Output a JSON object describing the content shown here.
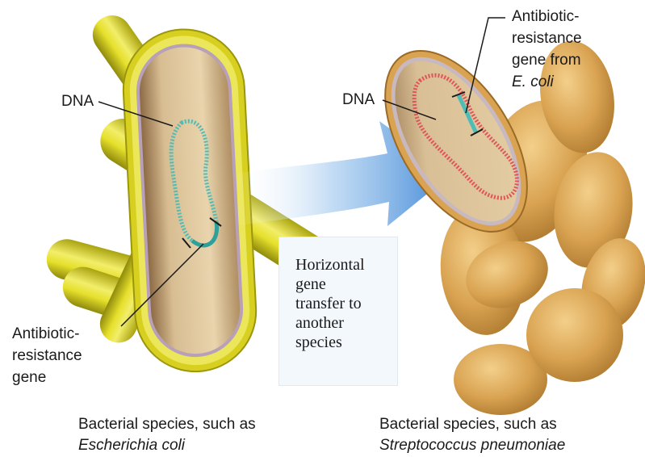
{
  "left_labels": {
    "dna": "DNA",
    "gene_line1": "Antibiotic-",
    "gene_line2": "resistance",
    "gene_line3": "gene"
  },
  "right_labels": {
    "dna": "DNA",
    "gene_line1": "Antibiotic-",
    "gene_line2": "resistance",
    "gene_line3": "gene from",
    "gene_line4": "E. coli"
  },
  "transfer_box": {
    "line1": "Horizontal",
    "line2": "gene",
    "line3": "transfer to",
    "line4": "another",
    "line5": "species"
  },
  "captions": {
    "left_line1": "Bacterial species, such as",
    "left_line2": "Escherichia coli",
    "right_line1": "Bacterial species, such as",
    "right_line2": "Streptococcus pneumoniae"
  },
  "colors": {
    "ecoli_yellow": "#d9d21a",
    "strep_tan": "#d9a352",
    "arrow_blue": "#4a90d9",
    "dna_teal": "#5cc7c0",
    "dna_red": "#e0555a"
  }
}
